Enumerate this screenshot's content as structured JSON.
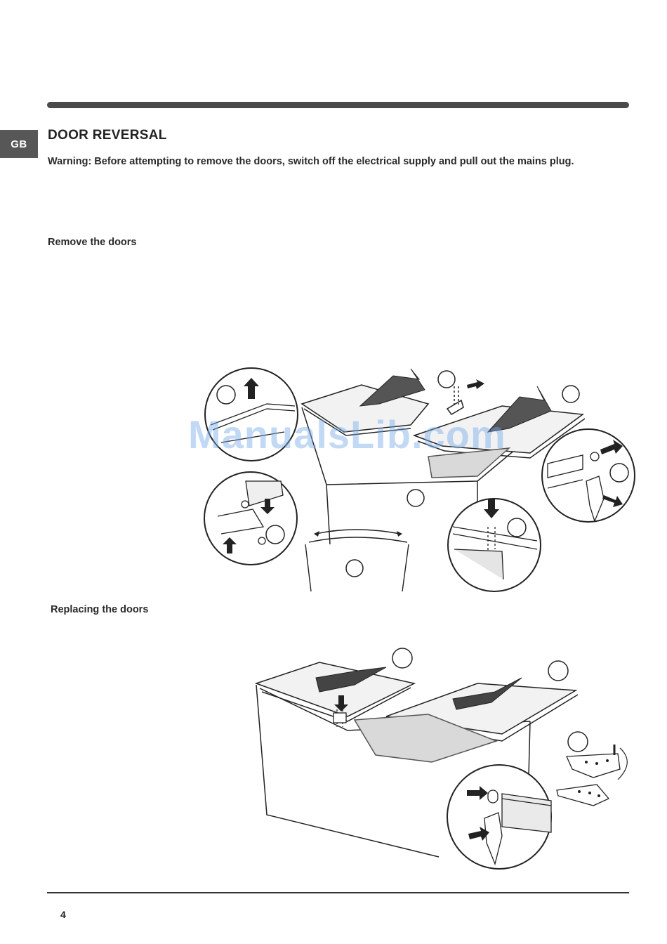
{
  "header": {
    "lang_tab": "GB",
    "title": "DOOR REVERSAL",
    "warning": "Warning: Before attempting to remove the doors, switch off the electrical supply and pull out the mains plug."
  },
  "sections": {
    "remove": {
      "heading": "Remove the doors"
    },
    "replace": {
      "heading": "Replacing the doors"
    }
  },
  "watermark": "ManualsLib.com",
  "footer": {
    "page_number": "4"
  }
}
